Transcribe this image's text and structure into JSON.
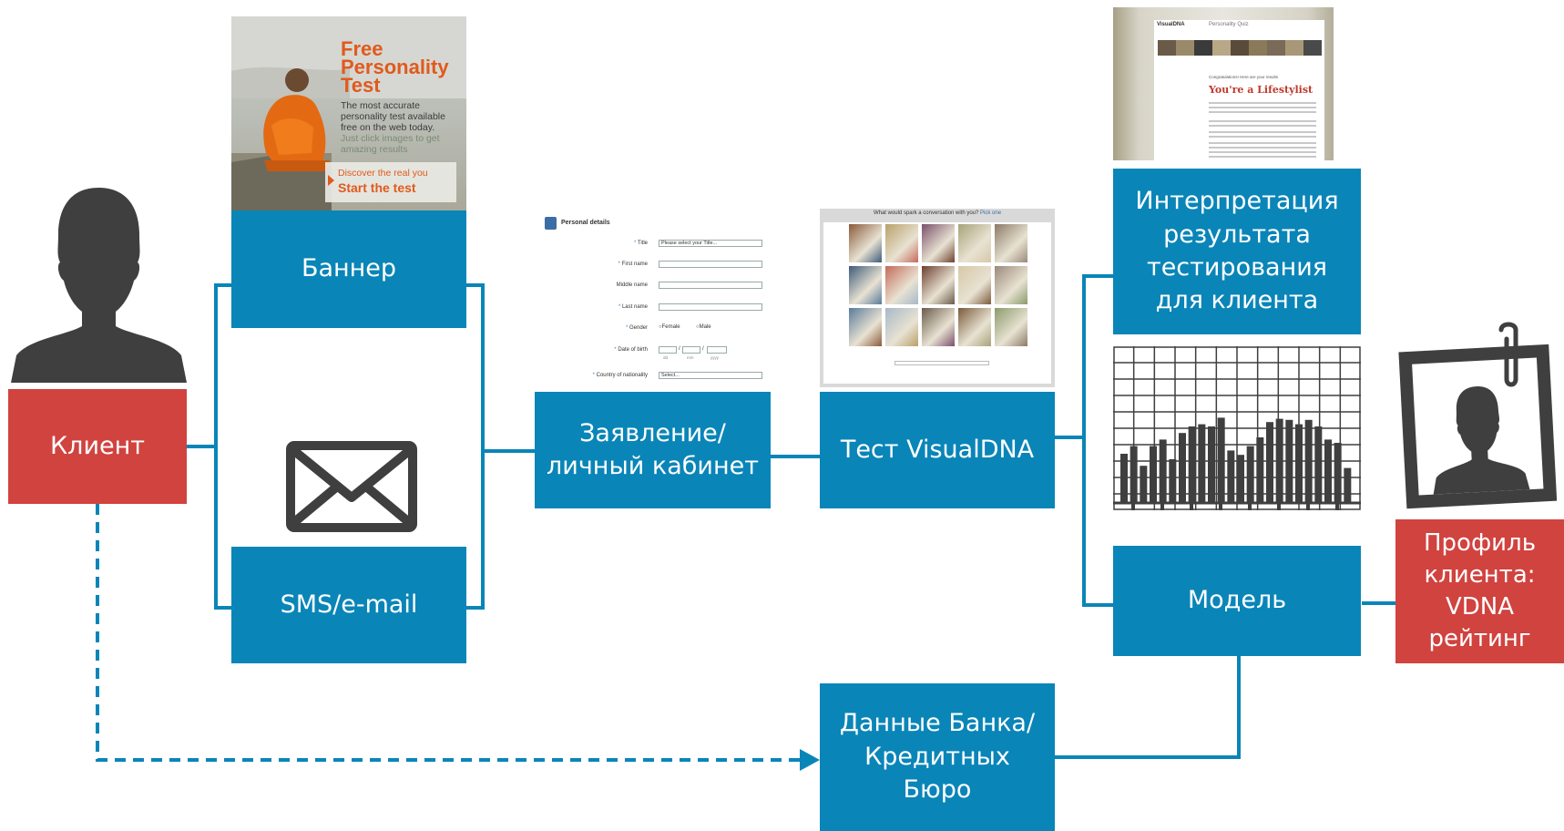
{
  "nodes": {
    "client": "Клиент",
    "banner": "Баннер",
    "sms_email": "SMS/e-mail",
    "application": "Заявление/\nличный кабинет",
    "visualdna_test": "Тест VisualDNA",
    "interpretation": "Интерпретация\nрезультата\nтестирования\nдля клиента",
    "model": "Модель",
    "bank_data": "Данные Банка/\nКредитных\nБюро",
    "profile": "Профиль\nклиента:\nVDNA\nрейтинг"
  },
  "banner_ad": {
    "headline": "Free\nPersonality\nTest",
    "body": "The most accurate\npersonality test available\nfree on the web today.",
    "hint": "Just click images to get\namazing results",
    "cta_line1": "Discover the real you",
    "cta_line2": "Start the test"
  },
  "form": {
    "title": "Personal details",
    "fields": [
      {
        "label": "Title",
        "value": "Please select your Title..."
      },
      {
        "label": "First name",
        "value": ""
      },
      {
        "label": "Middle name",
        "value": ""
      },
      {
        "label": "Last name",
        "value": ""
      },
      {
        "label": "Gender",
        "value": ""
      },
      {
        "label": "Date of birth",
        "value": ""
      },
      {
        "label": "Country of nationality",
        "value": "Select..."
      }
    ],
    "gender_options": [
      "Female",
      "Male"
    ],
    "dob_hints": [
      "dd",
      "mm",
      "yyyy"
    ]
  },
  "visual_test": {
    "question": "What would spark a conversation with you?",
    "action": "Pick one"
  },
  "result_page": {
    "brand": "VisualDNA",
    "section": "Personality Quiz",
    "intro": "Congratulations! Here are your results",
    "title": "You're a Lifestylist"
  },
  "colors": {
    "blue_box": "#0a85b8",
    "red_box": "#d0433f",
    "connector": "#0a85b8",
    "silhouette": "#3f3f3f"
  },
  "icons": {
    "person": "person-silhouette-icon",
    "envelope": "envelope-icon",
    "paperclip": "paperclip-icon"
  }
}
